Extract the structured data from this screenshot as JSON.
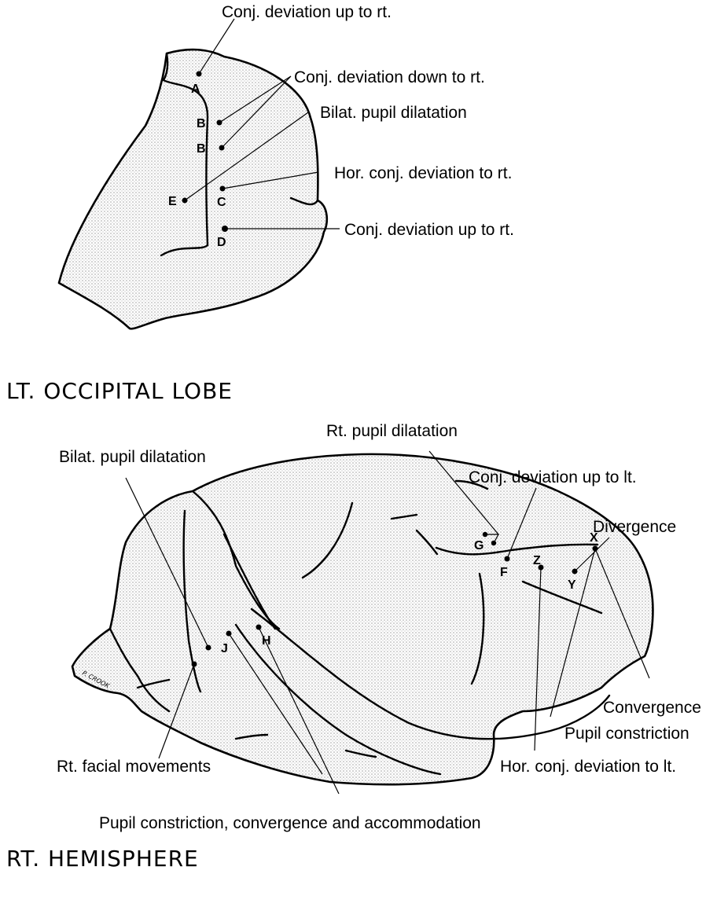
{
  "occipital": {
    "title": "LT. OCCIPITAL LOBE",
    "points": [
      "A",
      "B",
      "B",
      "E",
      "C",
      "D"
    ],
    "labels": [
      "Conj. deviation up to rt.",
      "Conj. deviation down to rt.",
      "Bilat. pupil dilatation",
      "Hor. conj. deviation to rt.",
      "Conj. deviation up to rt."
    ]
  },
  "hemisphere": {
    "title": "RT. HEMISPHERE",
    "points": [
      "G",
      "F",
      "Z",
      "Y",
      "X",
      "J",
      "H"
    ],
    "labels": {
      "rt_pupil": "Rt. pupil dilatation",
      "bilat_pupil": "Bilat. pupil dilatation",
      "conj_up_lt": "Conj. deviation up to lt.",
      "divergence": "Divergence",
      "convergence": "Convergence",
      "pupil_constriction": "Pupil constriction",
      "hor_conj_lt": "Hor. conj. deviation to lt.",
      "rt_facial": "Rt. facial movements",
      "pupil_accom": "Pupil constriction, convergence and accommodation"
    },
    "signature": "P. CROOK"
  }
}
